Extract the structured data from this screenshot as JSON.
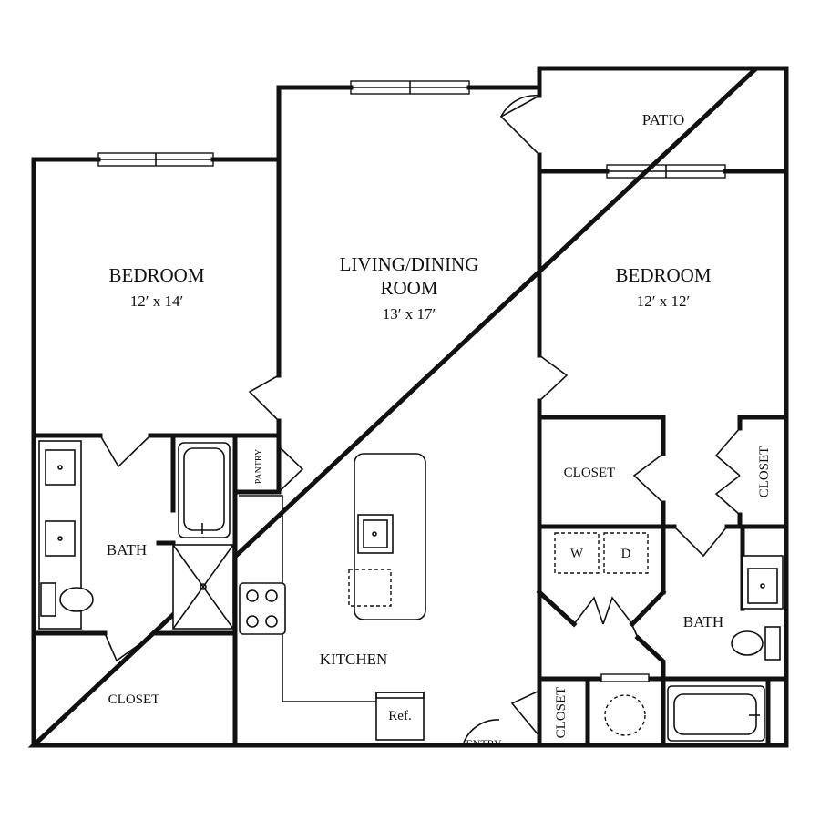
{
  "rooms": {
    "bedroom_left": {
      "name": "BEDROOM",
      "size": "12′ x 14′"
    },
    "living": {
      "name_line1": "LIVING/DINING",
      "name_line2": "ROOM",
      "size": "13′ x 17′"
    },
    "bedroom_right": {
      "name": "BEDROOM",
      "size": "12′ x 12′"
    },
    "patio": "PATIO",
    "bath_left": "BATH",
    "bath_right": "BATH",
    "closet_left": "CLOSET",
    "closet_right_a": "CLOSET",
    "closet_right_b": "CLOSET",
    "closet_entry": "CLOSET",
    "pantry": "PANTRY",
    "kitchen": "KITCHEN",
    "entry": "ENTRY"
  },
  "appliances": {
    "washer": "W",
    "dryer": "D",
    "refrigerator": "Ref."
  }
}
